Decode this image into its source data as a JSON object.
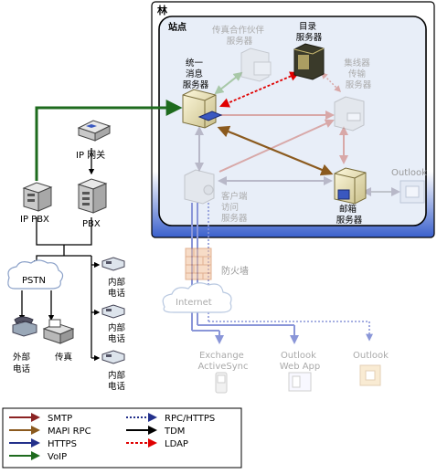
{
  "forest": {
    "label": "林"
  },
  "site": {
    "label": "站点"
  },
  "servers": {
    "um": [
      "统一",
      "消息",
      "服务器"
    ],
    "fax_partner": [
      "传真合作伙伴",
      "服务器"
    ],
    "directory": [
      "目录",
      "服务器"
    ],
    "edge": [
      "集线器",
      "传输",
      "服务器"
    ],
    "client_access": [
      "客户端",
      "访问",
      "服务器"
    ],
    "mailbox": [
      "邮箱",
      "服务器"
    ]
  },
  "devices": {
    "ip_gateway": "IP 网关",
    "ip_pbx": "IP PBX",
    "pbx": "PBX",
    "pstn": "PSTN",
    "external_phone": [
      "外部",
      "电话"
    ],
    "fax": "传真",
    "internal_phone": [
      "内部",
      "电话"
    ],
    "firewall": "防火墙",
    "internet": "Internet",
    "outlook_right": "Outlook",
    "activesync": [
      "Exchange",
      "ActiveSync"
    ],
    "owa": [
      "Outlook",
      "Web App"
    ],
    "outlook_bottom": "Outlook"
  },
  "legend": {
    "items": [
      {
        "label": "SMTP",
        "color": "#8b2323",
        "style": "solid"
      },
      {
        "label": "MAPI RPC",
        "color": "#8b5a1e",
        "style": "solid"
      },
      {
        "label": "HTTPS",
        "color": "#23308b",
        "style": "solid"
      },
      {
        "label": "VoIP",
        "color": "#1e6b1e",
        "style": "solid"
      },
      {
        "label": "RPC/HTTPS",
        "color": "#23308b",
        "style": "dotted"
      },
      {
        "label": "TDM",
        "color": "#000000",
        "style": "solid"
      },
      {
        "label": "LDAP",
        "color": "#e00000",
        "style": "dashed"
      }
    ]
  }
}
